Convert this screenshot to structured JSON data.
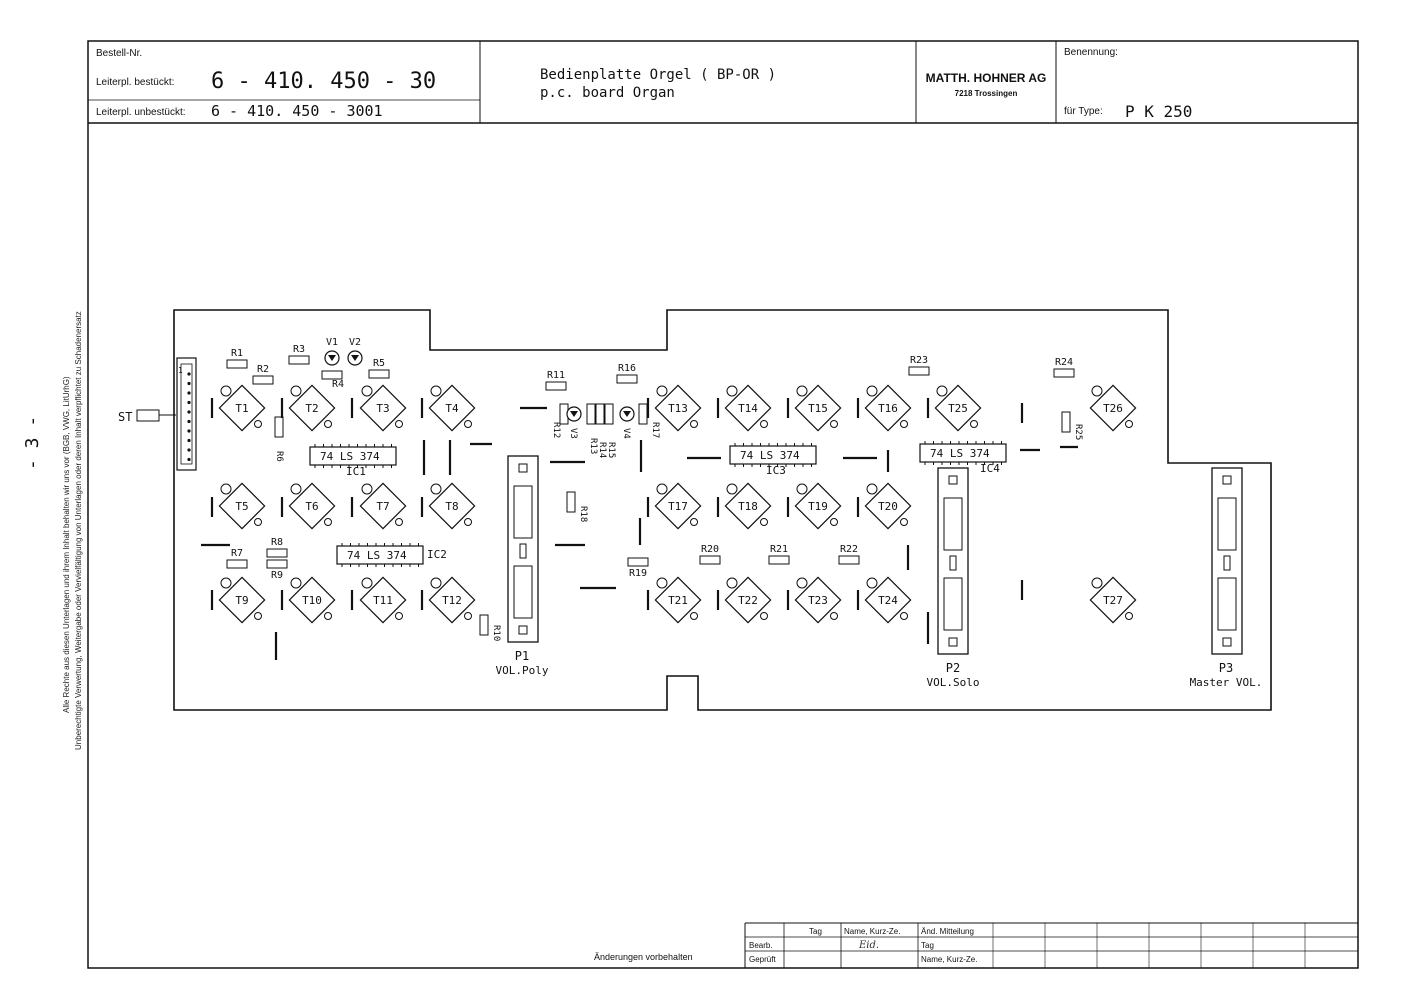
{
  "header": {
    "bestell_label": "Bestell-Nr.",
    "bestueckt_label": "Leiterpl. bestückt:",
    "bestueckt_value": "6 - 410. 450 - 30",
    "unbestueckt_label": "Leiterpl. unbestückt:",
    "unbestueckt_value": "6 - 410. 450 - 3001",
    "title_line1": "Bedienplatte  Orgel  ( BP-OR )",
    "title_line2": "p.c. board   Organ",
    "company": "MATTH. HOHNER AG",
    "company_city": "7218 Trossingen",
    "benennung_label": "Benennung:",
    "type_label": "für Type:",
    "type_value": "P K 250"
  },
  "side_text": {
    "line1": "Alle Rechte aus diesen Unterlagen und ihrem Inhalt behalten wir uns vor (BGB, VWG, LitUrhG)",
    "line2": "Unberechtigte Verwertung, Weitergabe oder Vervielfältigung von Unterlagen oder deren Inhalt verpflichtet zu Schadenersatz",
    "page_number": "- 3 -"
  },
  "board": {
    "connector": "ST",
    "connector_pin": "1",
    "switches": [
      "T1",
      "T2",
      "T3",
      "T4",
      "T5",
      "T6",
      "T7",
      "T8",
      "T9",
      "T10",
      "T11",
      "T12",
      "T13",
      "T14",
      "T15",
      "T16",
      "T17",
      "T18",
      "T19",
      "T20",
      "T21",
      "T22",
      "T23",
      "T24",
      "T25",
      "T26",
      "T27"
    ],
    "resistors": [
      "R1",
      "R2",
      "R3",
      "R4",
      "R5",
      "R6",
      "R7",
      "R8",
      "R9",
      "R10",
      "R11",
      "R12",
      "R13",
      "R14",
      "R15",
      "R16",
      "R17",
      "R18",
      "R19",
      "R20",
      "R21",
      "R22",
      "R23",
      "R24",
      "R25"
    ],
    "leds": [
      "V1",
      "V2",
      "V3",
      "V4"
    ],
    "ics": [
      {
        "name": "IC1",
        "part": "74 LS 374"
      },
      {
        "name": "IC2",
        "part": "74 LS 374"
      },
      {
        "name": "IC3",
        "part": "74 LS 374"
      },
      {
        "name": "IC4",
        "part": "74 LS 374"
      }
    ],
    "pots": [
      {
        "name": "P1",
        "label": "VOL.Poly"
      },
      {
        "name": "P2",
        "label": "VOL.Solo"
      },
      {
        "name": "P3",
        "label": "Master VOL."
      }
    ]
  },
  "footer": {
    "note": "Änderungen vorbehalten",
    "tag": "Tag",
    "name_kurz": "Name, Kurz-Ze.",
    "aend": "Änd. Mitteilung",
    "bearb": "Bearb.",
    "geprueft": "Geprüft",
    "tag2": "Tag",
    "name_kurz2": "Name, Kurz-Ze.",
    "signature": "Eid."
  }
}
